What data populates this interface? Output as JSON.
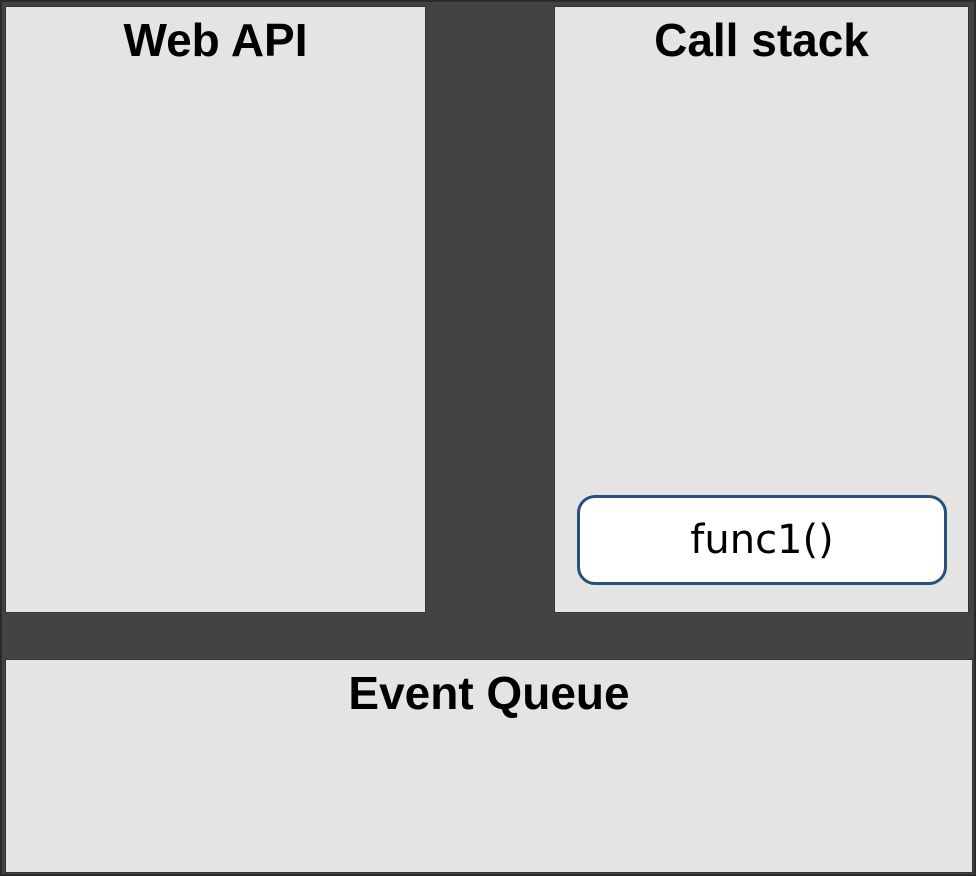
{
  "diagram": {
    "panels": {
      "web_api": {
        "title": "Web API"
      },
      "call_stack": {
        "title": "Call stack"
      },
      "event_queue": {
        "title": "Event Queue"
      }
    },
    "call_stack_frames": [
      {
        "label": "func1()"
      }
    ],
    "colors": {
      "background": "#434343",
      "panel_background": "#e5e4e3",
      "panel_edge": "#343434",
      "frame_background": "#ffffff",
      "frame_border": "#24527a",
      "text": "#000000"
    }
  }
}
